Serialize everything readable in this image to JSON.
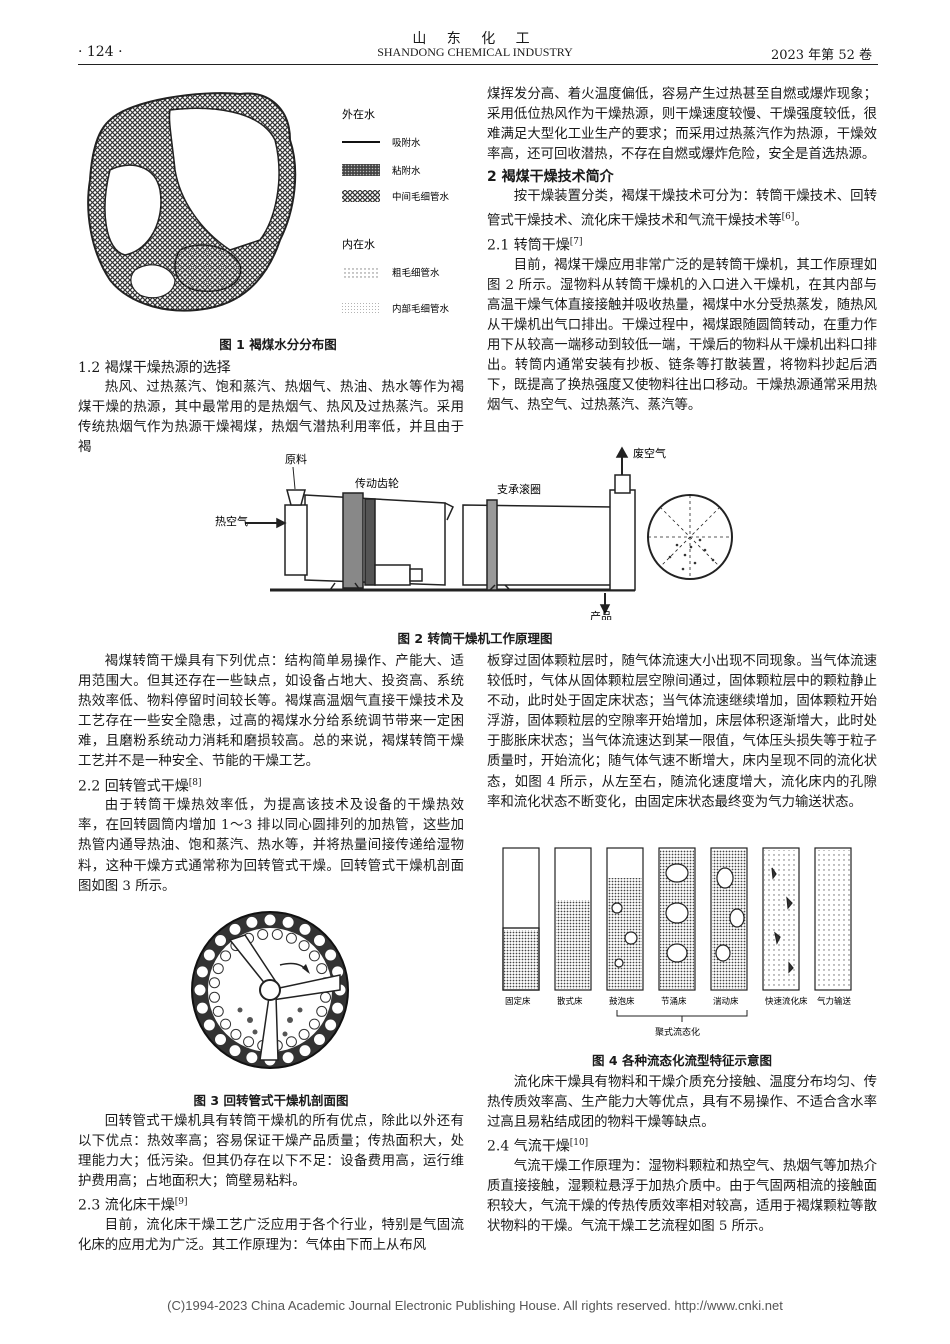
{
  "header": {
    "page_num": "· 124 ·",
    "journal_cn": "山 东 化 工",
    "journal_en": "SHANDONG CHEMICAL INDUSTRY",
    "volume": "2023 年第 52 卷"
  },
  "fig1": {
    "caption": "图 1   褐煤水分分布图",
    "legend_outer": "外在水",
    "legend_items_outer": [
      "吸附水",
      "粘附水",
      "中间毛细管水"
    ],
    "legend_inner": "内在水",
    "legend_items_inner": [
      "粗毛细管水",
      "内部毛细管水"
    ]
  },
  "left_top": {
    "heading": "1.2   褐煤干燥热源的选择",
    "p1": "热风、过热蒸汽、饱和蒸汽、热烟气、热油、热水等作为褐煤干燥的热源，其中最常用的是热烟气、热风及过热蒸汽。采用传统热烟气作为热源干燥褐煤，热烟气潜热利用率低，并且由于褐"
  },
  "right_top": {
    "p1": "煤挥发分高、着火温度偏低，容易产生过热甚至自燃或爆炸现象；采用低位热风作为干燥热源，则干燥速度较慢、干燥强度较低，很难满足大型化工业生产的要求；而采用过热蒸汽作为热源，干燥效率高，还可回收潜热，不存在自燃或爆炸危险，安全是首选热源。",
    "h2": "2   褐煤干燥技术简介",
    "p2": "按干燥装置分类，褐煤干燥技术可分为：转筒干燥技术、回转管式干燥技术、流化床干燥技术和气流干燥技术等",
    "p2_ref": "[6]",
    "p2_end": "。",
    "h21": "2.1   转筒干燥",
    "h21_ref": "[7]",
    "p3": "目前，褐煤干燥应用非常广泛的是转筒干燥机，其工作原理如图 2 所示。湿物料从转筒干燥机的入口进入干燥机，在其内部与高温干燥气体直接接触并吸收热量，褐煤中水分受热蒸发，随热风从干燥机出气口排出。干燥过程中，褐煤跟随圆筒转动，在重力作用下从较高一端移动到较低一端，干燥后的物料从干燥机出料口排出。转筒内通常安装有抄板、链条等打散装置，将物料抄起后洒下，既提高了换热强度又使物料往出口移动。干燥热源通常采用热烟气、热空气、过热蒸汽、蒸汽等。"
  },
  "fig2": {
    "caption": "图 2   转筒干燥机工作原理图",
    "labels": [
      "原料",
      "热空气",
      "传动齿轮",
      "支承滚圈",
      "废空气",
      "产品"
    ]
  },
  "left_mid": {
    "p1": "褐煤转筒干燥具有下列优点：结构简单易操作、产能大、适用范围大。但其还存在一些缺点，如设备占地大、投资高、系统热效率低、物料停留时间较长等。褐煤高温烟气直接干燥技术及工艺存在一些安全隐患，过高的褐煤水分给系统调节带来一定困难，且磨粉系统动力消耗和磨损较高。总的来说，褐煤转筒干燥工艺并不是一种安全、节能的干燥工艺。",
    "h22": "2.2   回转管式干燥",
    "h22_ref": "[8]",
    "p2": "由于转筒干燥热效率低，为提高该技术及设备的干燥热效率，在回转圆筒内增加 1～3 排以同心圆排列的加热管，这些加热管内通导热油、饱和蒸汽、热水等，并将热量间接传递给湿物料，这种干燥方式通常称为回转管式干燥。回转管式干燥机剖面图如图 3 所示。"
  },
  "fig3": {
    "caption": "图 3   回转管式干燥机剖面图"
  },
  "left_bottom": {
    "p1": "回转管式干燥机具有转筒干燥机的所有优点，除此以外还有以下优点：热效率高；容易保证干燥产品质量；传热面积大，处理能力大；低污染。但其仍存在以下不足：设备费用高，运行维护费用高；占地面积大；筒壁易粘料。",
    "h23": "2.3   流化床干燥",
    "h23_ref": "[9]",
    "p2": "目前，流化床干燥工艺广泛应用于各个行业，特别是气固流化床的应用尤为广泛。其工作原理为：气体由下而上从布风"
  },
  "right_mid": {
    "p1": "板穿过固体颗粒层时，随气体流速大小出现不同现象。当气体流速较低时，气体从固体颗粒层空隙间通过，固体颗粒层中的颗粒静止不动，此时处于固定床状态；当气体流速继续增加，固体颗粒开始浮游，固体颗粒层的空隙率开始增加，床层体积逐渐增大，此时处于膨胀床状态；当气体流速达到某一限值，气体压头损失等于粒子质量时，开始流化；随气体气速不断增大，床内呈现不同的流化状态，如图 4 所示，从左至右，随流化速度增大，流化床内的孔隙率和流化状态不断变化，由固定床状态最终变为气力输送状态。"
  },
  "fig4": {
    "caption": "图 4   各种流态化流型特征示意图",
    "columns": [
      "固定床",
      "散式床",
      "鼓泡床",
      "节涌床",
      "湍动床",
      "快速流化床",
      "气力输送"
    ],
    "group_label": "聚式流态化"
  },
  "right_bottom": {
    "p1": "流化床干燥具有物料和干燥介质充分接触、温度分布均匀、传热传质效率高、生产能力大等优点，具有不易操作、不适合含水率过高且易粘结成团的物料干燥等缺点。",
    "h24": "2.4   气流干燥",
    "h24_ref": "[10]",
    "p2": "气流干燥工作原理为：湿物料颗粒和热空气、热烟气等加热介质直接接触，湿颗粒悬浮于加热介质中。由于气固两相流的接触面积较大，气流干燥的传热传质效率相对较高，适用于褐煤颗粒等散状物料的干燥。气流干燥工艺流程如图 5 所示。"
  },
  "footer": "(C)1994-2023 China Academic Journal Electronic Publishing House. All rights reserved.    http://www.cnki.net"
}
